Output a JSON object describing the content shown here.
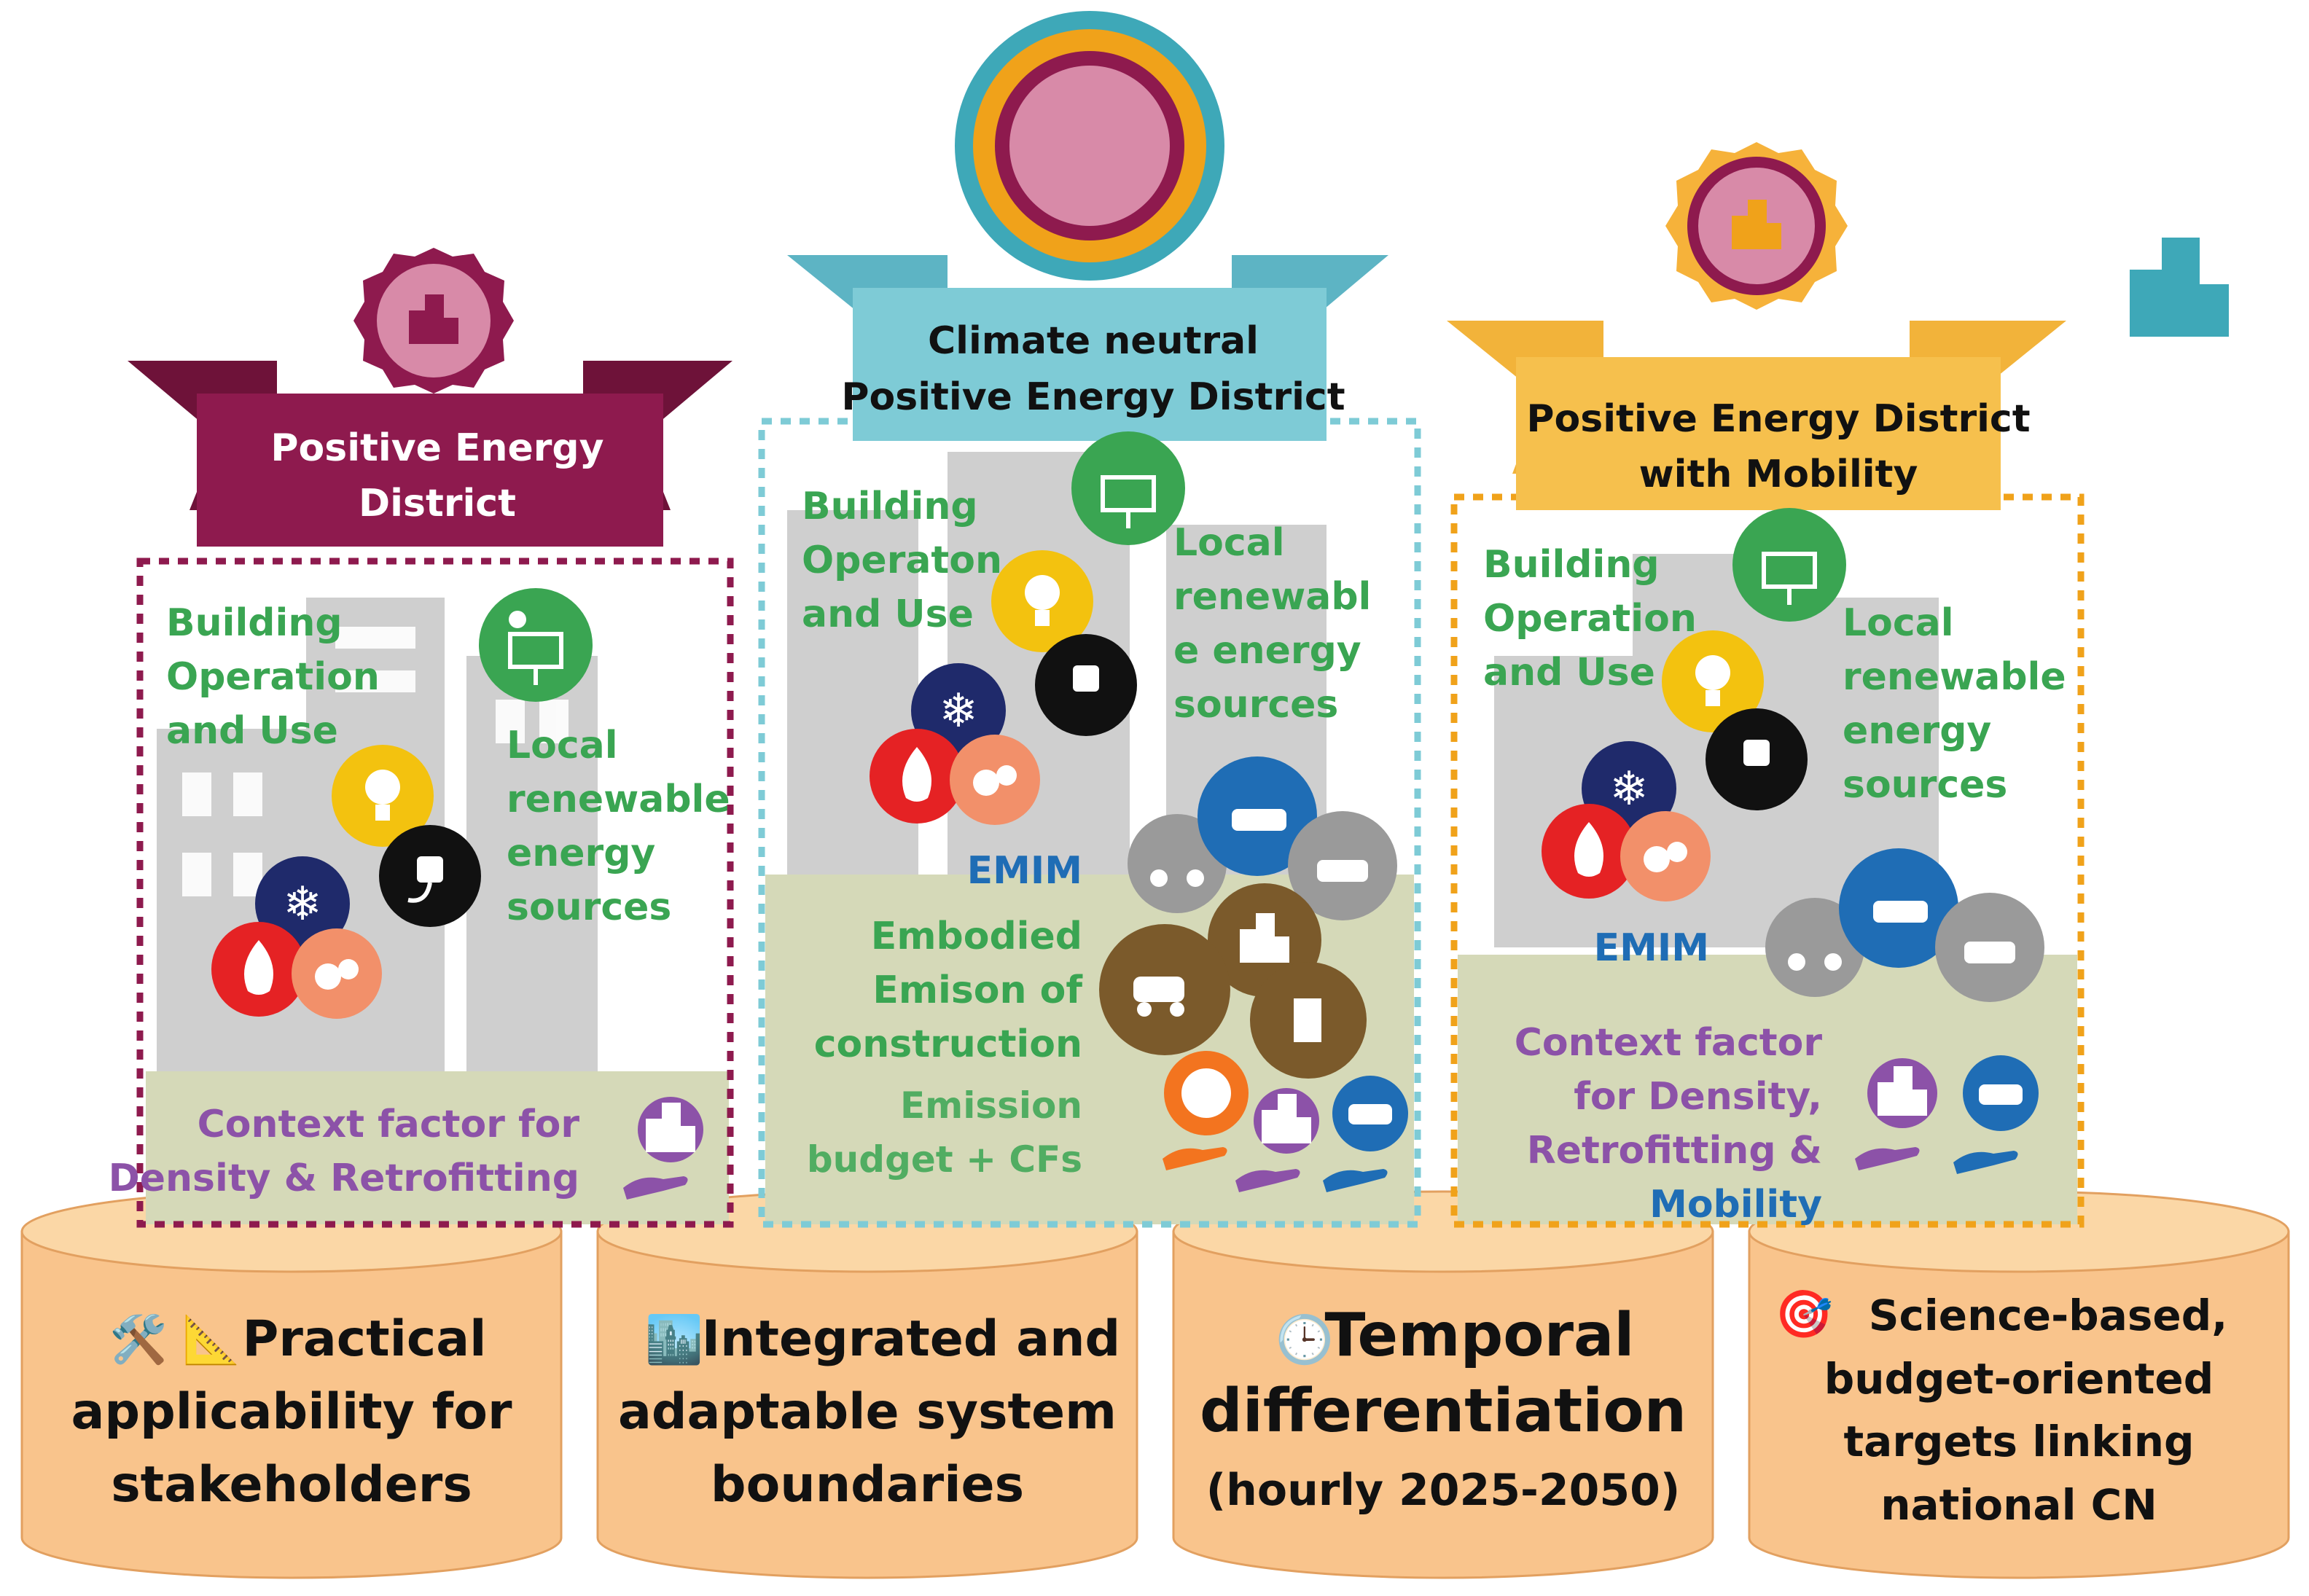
{
  "colors": {
    "ped": "#8e1a4e",
    "cnped": "#7ecbd6",
    "pedm": "#f6c04d",
    "green_text": "#3aa552",
    "purple_text": "#8c52a8",
    "blue_text": "#1f6db5",
    "context_band": "#d5d9b8",
    "pillar": "#f9c48c"
  },
  "panels": {
    "ped": {
      "title_line1": "Positive Energy",
      "title_line2": "District",
      "building_line1": "Building",
      "building_line2": "Operation",
      "building_line3": "and Use",
      "local_line1": "Local",
      "local_line2": "renewable",
      "local_line3": "energy",
      "local_line4": "sources",
      "context_line1": "Context factor for",
      "context_line2": "Density & Retrofitting"
    },
    "cnped": {
      "title_line1": "Climate neutral",
      "title_line2": "Positive Energy District",
      "building_line1": "Building",
      "building_line2": "Operaton",
      "building_line3": "and Use",
      "local_line1": "Local",
      "local_line2": "renewabl",
      "local_line3": "e energy",
      "local_line4": "sources",
      "emim": "EMIM",
      "embodied_line1": "Embodied",
      "embodied_line2": "Emison of",
      "embodied_line3": "construction",
      "budget_line1": "Emission",
      "budget_line2": "budget + CFs"
    },
    "pedm": {
      "title_line1": "Positive Energy District",
      "title_line2": "with Mobility",
      "building_line1": "Building",
      "building_line2": "Operation",
      "building_line3": "and Use",
      "local_line1": "Local",
      "local_line2": "renewable",
      "local_line3": "energy",
      "local_line4": "sources",
      "emim": "EMIM",
      "context_line1": "Context factor",
      "context_line2": "for Density,",
      "context_line3": "Retrofitting &",
      "context_line4": "Mobility"
    }
  },
  "pillars": [
    {
      "emoji": "🛠️ 📐",
      "line1": "Practical",
      "line2": "applicability for",
      "line3": "stakeholders"
    },
    {
      "emoji": "🏙️",
      "line1": "Integrated and",
      "line2": "adaptable system",
      "line3": "boundaries"
    },
    {
      "emoji": "🕒",
      "line1": "Temporal",
      "line2": "differentiation",
      "line3": "(hourly 2025-2050)"
    },
    {
      "emoji": "🎯",
      "line1": "Science-based,",
      "line2": "budget-oriented",
      "line3": "targets linking",
      "line4": "national CN"
    }
  ],
  "icons": [
    "solar-panel-icon",
    "light-bulb-icon",
    "plug-icon",
    "snowflake-icon",
    "flame-icon",
    "water-drops-icon",
    "electric-car-icon",
    "car-icon",
    "scooter-icon",
    "concrete-mixer-icon",
    "building-icon",
    "fuel-pump-icon",
    "globe-hand-icon",
    "city-hand-icon",
    "car-hand-icon",
    "tools-icon",
    "ruler-icon",
    "clock-icon",
    "target-icon"
  ]
}
